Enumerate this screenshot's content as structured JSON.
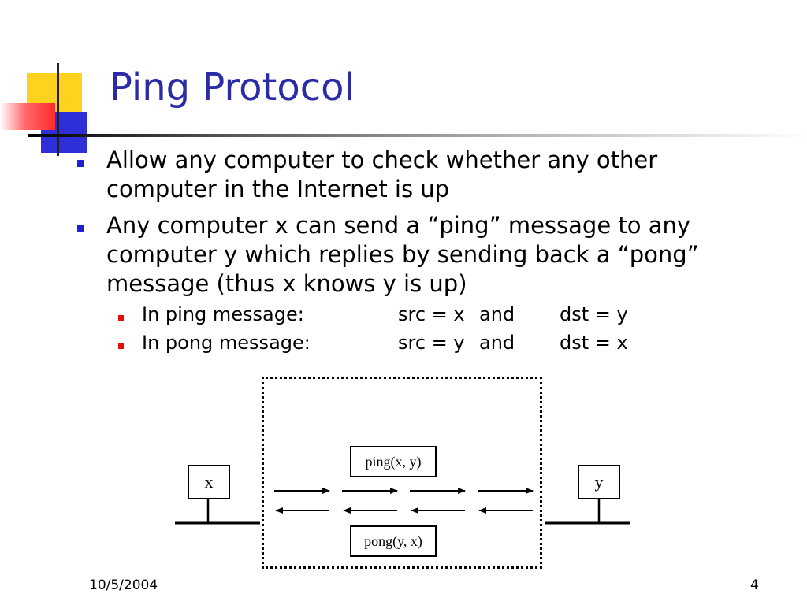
{
  "slide": {
    "title": "Ping Protocol",
    "bullets": [
      {
        "text": "Allow any computer to check whether any other computer in the Internet is up"
      },
      {
        "text": "Any computer x can send a “ping” message to any computer y which replies by sending back a “pong” message (thus x knows y is up)"
      }
    ],
    "sub_bullets": [
      {
        "label": "In ping message:",
        "src": "src = x",
        "and": "and",
        "dst": "dst = y"
      },
      {
        "label": "In pong message:",
        "src": "src = y",
        "and": "and",
        "dst": "dst = x"
      }
    ],
    "diagram": {
      "node_left": "x",
      "node_right": "y",
      "ping_label": "ping(x, y)",
      "pong_label": "pong(y, x)"
    },
    "footer": {
      "date": "10/5/2004",
      "page_number": "4"
    },
    "colors": {
      "title": "#2b2ba8",
      "bullet_level1": "#2020d0",
      "bullet_level2": "#e01010"
    }
  }
}
